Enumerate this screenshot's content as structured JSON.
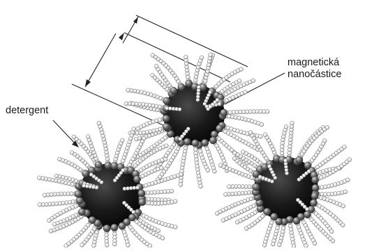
{
  "labels": {
    "magnetic_line1": "magnetická",
    "magnetic_line2": "nanočástice",
    "detergent": "detergent"
  },
  "colors": {
    "core_dark": "#0c0c0c",
    "core_mid": "#333333",
    "bead_light": "#f2f2f2",
    "bead_edge": "#4a4a4a",
    "head_dark": "#555555",
    "line": "#222222"
  },
  "particles": [
    {
      "name": "top-nanoparticle"
    },
    {
      "name": "left-nanoparticle"
    },
    {
      "name": "right-nanoparticle"
    }
  ]
}
